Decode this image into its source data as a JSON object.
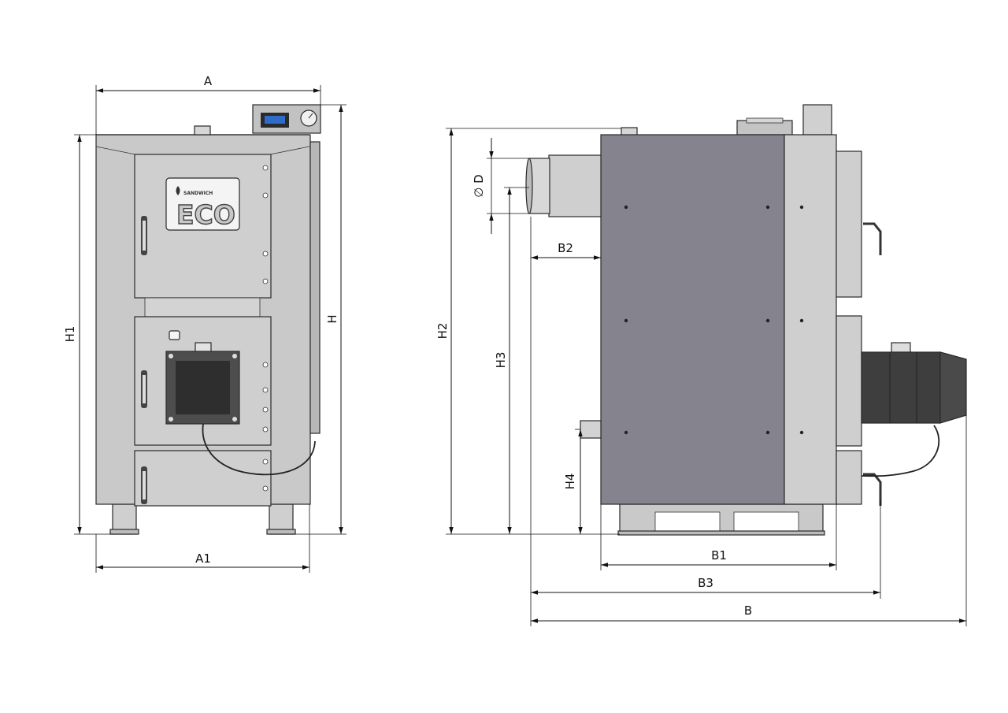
{
  "diagram": {
    "brand_logo": {
      "brand_text": "SANDWICH",
      "model_text": "ECO"
    },
    "front_view": {
      "dimension_labels": {
        "width_top": "A",
        "width_bottom": "A1",
        "height_left": "H1",
        "height_right": "H"
      }
    },
    "side_view": {
      "dimension_labels": {
        "flue_diameter": "∅ D",
        "flue_offset": "B2",
        "total_height": "H2",
        "flue_height": "H3",
        "inlet_height": "H4",
        "body_depth": "B1",
        "depth_with_doors": "B3",
        "total_depth": "B"
      }
    }
  }
}
